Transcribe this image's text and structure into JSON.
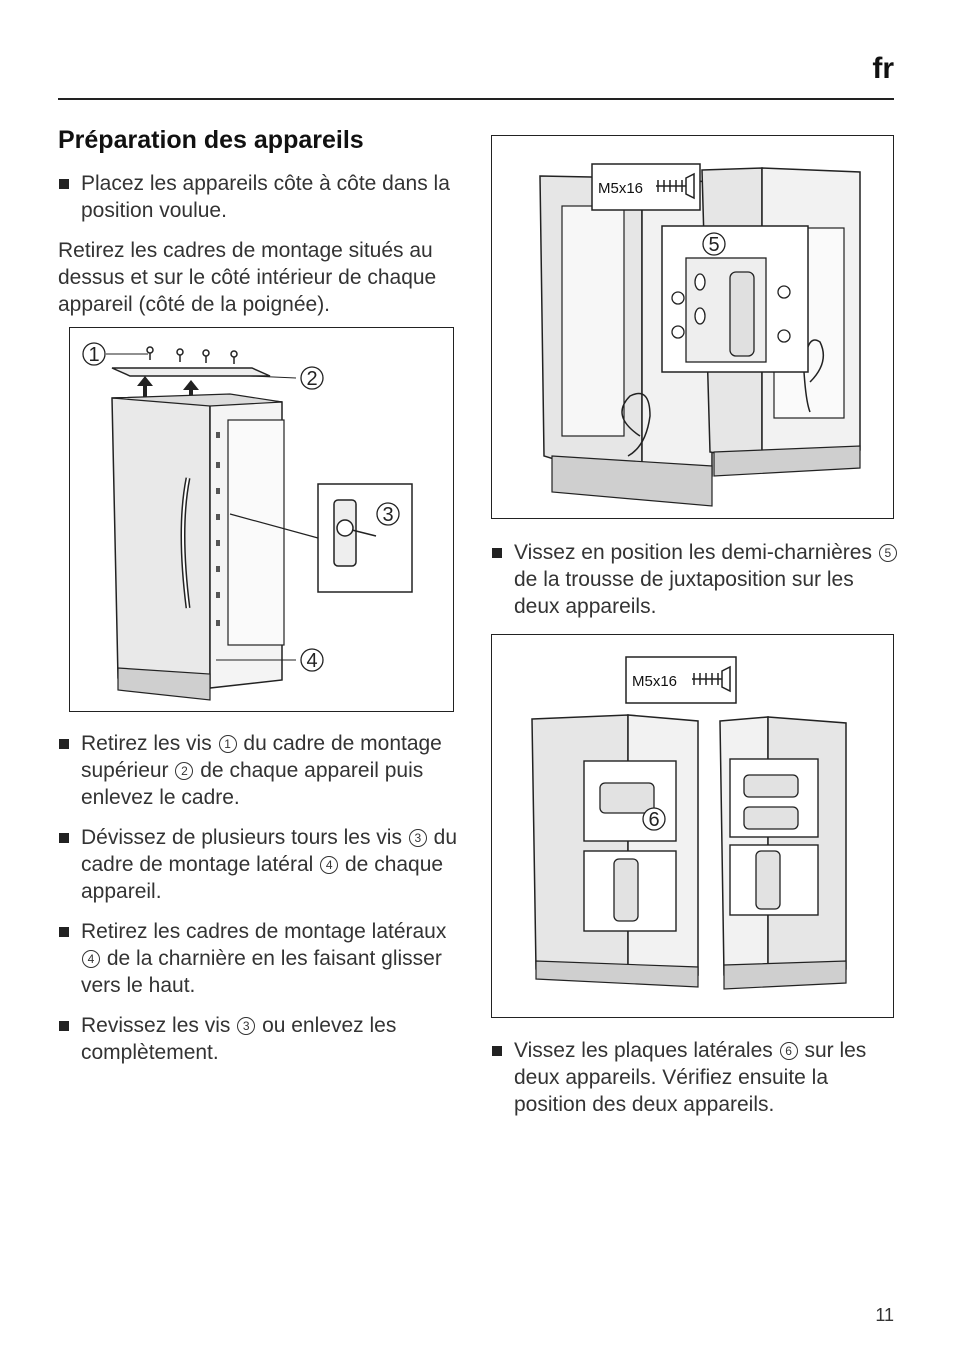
{
  "header": {
    "lang": "fr"
  },
  "section": {
    "title": "Préparation des appareils"
  },
  "left": {
    "bullet1": "Placez les appareils côte à côte dans la position voulue.",
    "para1": "Retirez les cadres de montage situés au dessus et sur le côté intérieur de chaque appareil (côté de la poignée).",
    "bullet2": {
      "a": "Retirez les vis",
      "n1": "1",
      "b": "du cadre de montage supérieur",
      "n2": "2",
      "c": "de chaque appareil puis enlevez le cadre."
    },
    "bullet3": {
      "a": "Dévissez de plusieurs tours les vis",
      "n1": "3",
      "b": "du cadre de montage latéral",
      "n2": "4",
      "c": "de chaque appareil."
    },
    "bullet4": {
      "a": "Retirez les cadres de montage latéraux",
      "n1": "4",
      "b": "de la charnière en les faisant glisser vers le haut."
    },
    "bullet5": {
      "a": "Revissez les vis",
      "n1": "3",
      "b": "ou enlevez les complètement."
    }
  },
  "right": {
    "bullet1": {
      "a": "Vissez en position les demi-charnières",
      "n1": "5",
      "b": "de la trousse de juxtaposition sur les deux appareils."
    },
    "bullet2": {
      "a": "Vissez les plaques latérales",
      "n1": "6",
      "b": "sur les deux appareils. Vérifiez ensuite la position des deux appareils."
    }
  },
  "figures": {
    "fig1": {
      "callout1": "1",
      "callout2": "2",
      "callout3": "3",
      "callout4": "4"
    },
    "fig2": {
      "screw_label": "M5x16",
      "callout5": "5"
    },
    "fig3": {
      "screw_label": "M5x16",
      "callout6": "6"
    }
  },
  "footer": {
    "page_number": "11"
  }
}
